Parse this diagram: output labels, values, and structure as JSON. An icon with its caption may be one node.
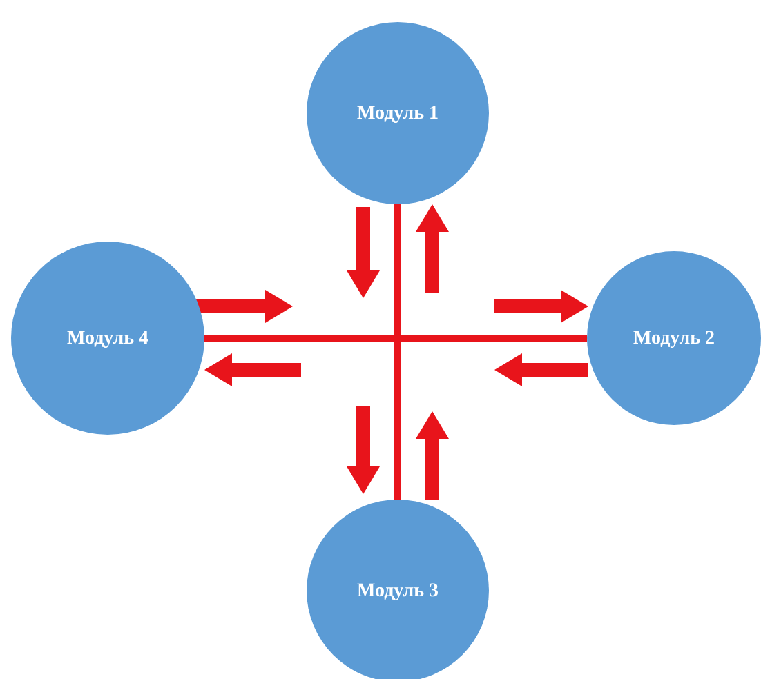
{
  "diagram": {
    "nodes": [
      {
        "text": [
          "Модуль 1"
        ]
      },
      {
        "text": [
          "Модуль 2"
        ]
      },
      {
        "text": [
          "Модуль 3"
        ]
      },
      {
        "text": [
          "Модуль 4"
        ]
      }
    ],
    "edges": [
      {
        "from": 0,
        "to": 2,
        "arrow": "none"
      },
      {
        "from": 3,
        "to": 1,
        "arrow": "none"
      }
    ]
  }
}
